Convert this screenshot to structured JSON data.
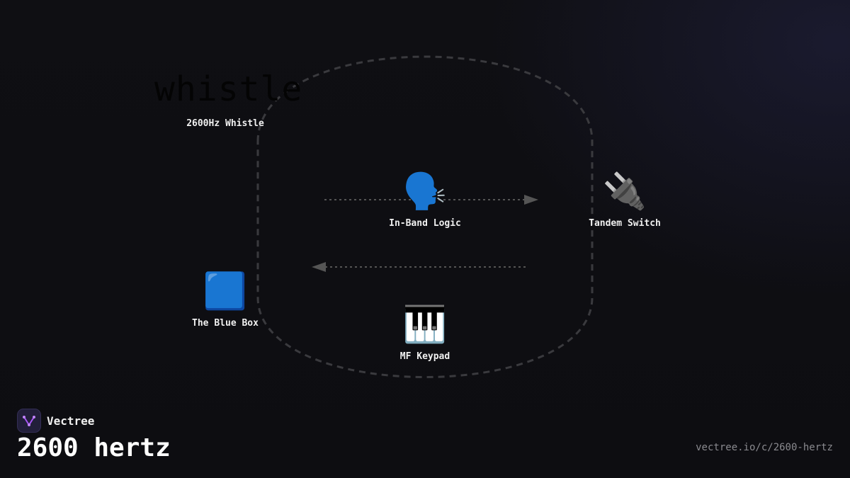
{
  "diagram": {
    "background_text": "whistle",
    "nodes": [
      {
        "id": "whistle",
        "label": "2600Hz Whistle",
        "icon": "",
        "icon_name": "whistle-icon"
      },
      {
        "id": "in_band_logic",
        "label": "In-Band Logic",
        "icon": "🗣️",
        "icon_name": "speaking-head-icon"
      },
      {
        "id": "tandem_switch",
        "label": "Tandem Switch",
        "icon": "🔌",
        "icon_name": "electric-plug-icon"
      },
      {
        "id": "blue_box",
        "label": "The Blue Box",
        "icon": "🟦",
        "icon_name": "blue-square-icon"
      },
      {
        "id": "mf_keypad",
        "label": "MF Keypad",
        "icon": "🎹",
        "icon_name": "piano-keyboard-icon"
      }
    ],
    "edges": [
      {
        "from": "whistle",
        "to": "tandem_switch",
        "style": "dotted"
      },
      {
        "from": "tandem_switch",
        "to": "blue_box",
        "style": "dotted"
      }
    ],
    "loop_style": "dashed"
  },
  "brand": {
    "name": "Vectree",
    "title": "2600 hertz",
    "url": "vectree.io/c/2600-hertz"
  },
  "colors": {
    "background": "#0e0e12",
    "label": "#f0f0f0",
    "connector": "#555555",
    "loop": "#3a3a3e",
    "url": "#8a8a8f",
    "brand_accent": "#a855f7"
  }
}
